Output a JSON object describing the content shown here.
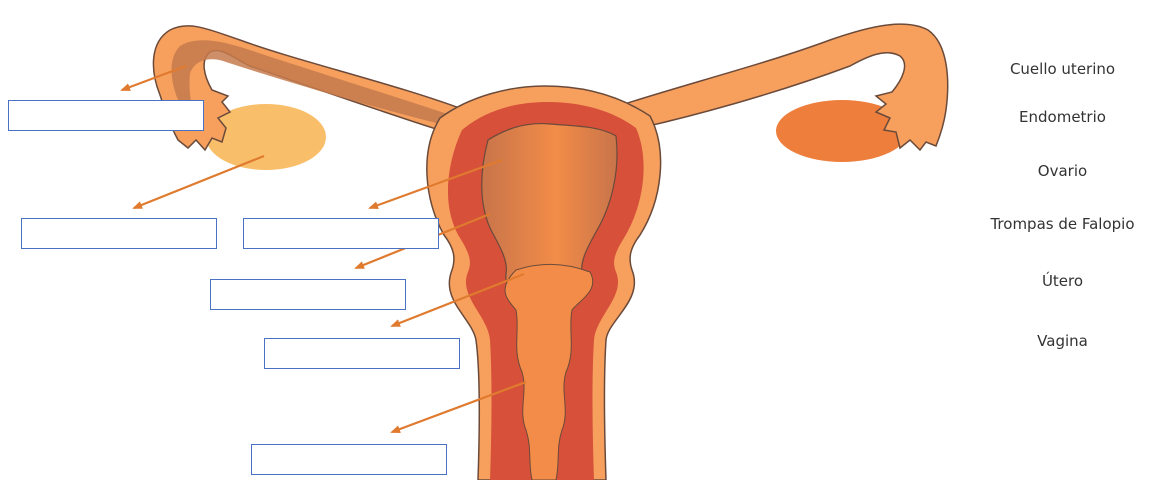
{
  "word_bank": {
    "items": [
      "Cuello uterino",
      "Endometrio",
      "Ovario",
      "Trompas de Falopio",
      "Útero",
      "Vagina"
    ]
  },
  "answer_boxes": [
    {
      "id": 1,
      "value": ""
    },
    {
      "id": 2,
      "value": ""
    },
    {
      "id": 3,
      "value": ""
    },
    {
      "id": 4,
      "value": ""
    },
    {
      "id": 5,
      "value": ""
    },
    {
      "id": 6,
      "value": ""
    }
  ],
  "colors": {
    "tissue_outer": "#f7a05e",
    "tissue_outline": "#6b4a3a",
    "muscle": "#d6503a",
    "lining_light": "#f28c48",
    "ovary_left": "#f9be69",
    "ovary_right": "#ee7e3c",
    "tube_inner": "#c57a4c",
    "arrow": "#e07a2e",
    "box_border": "#4a72c4"
  }
}
